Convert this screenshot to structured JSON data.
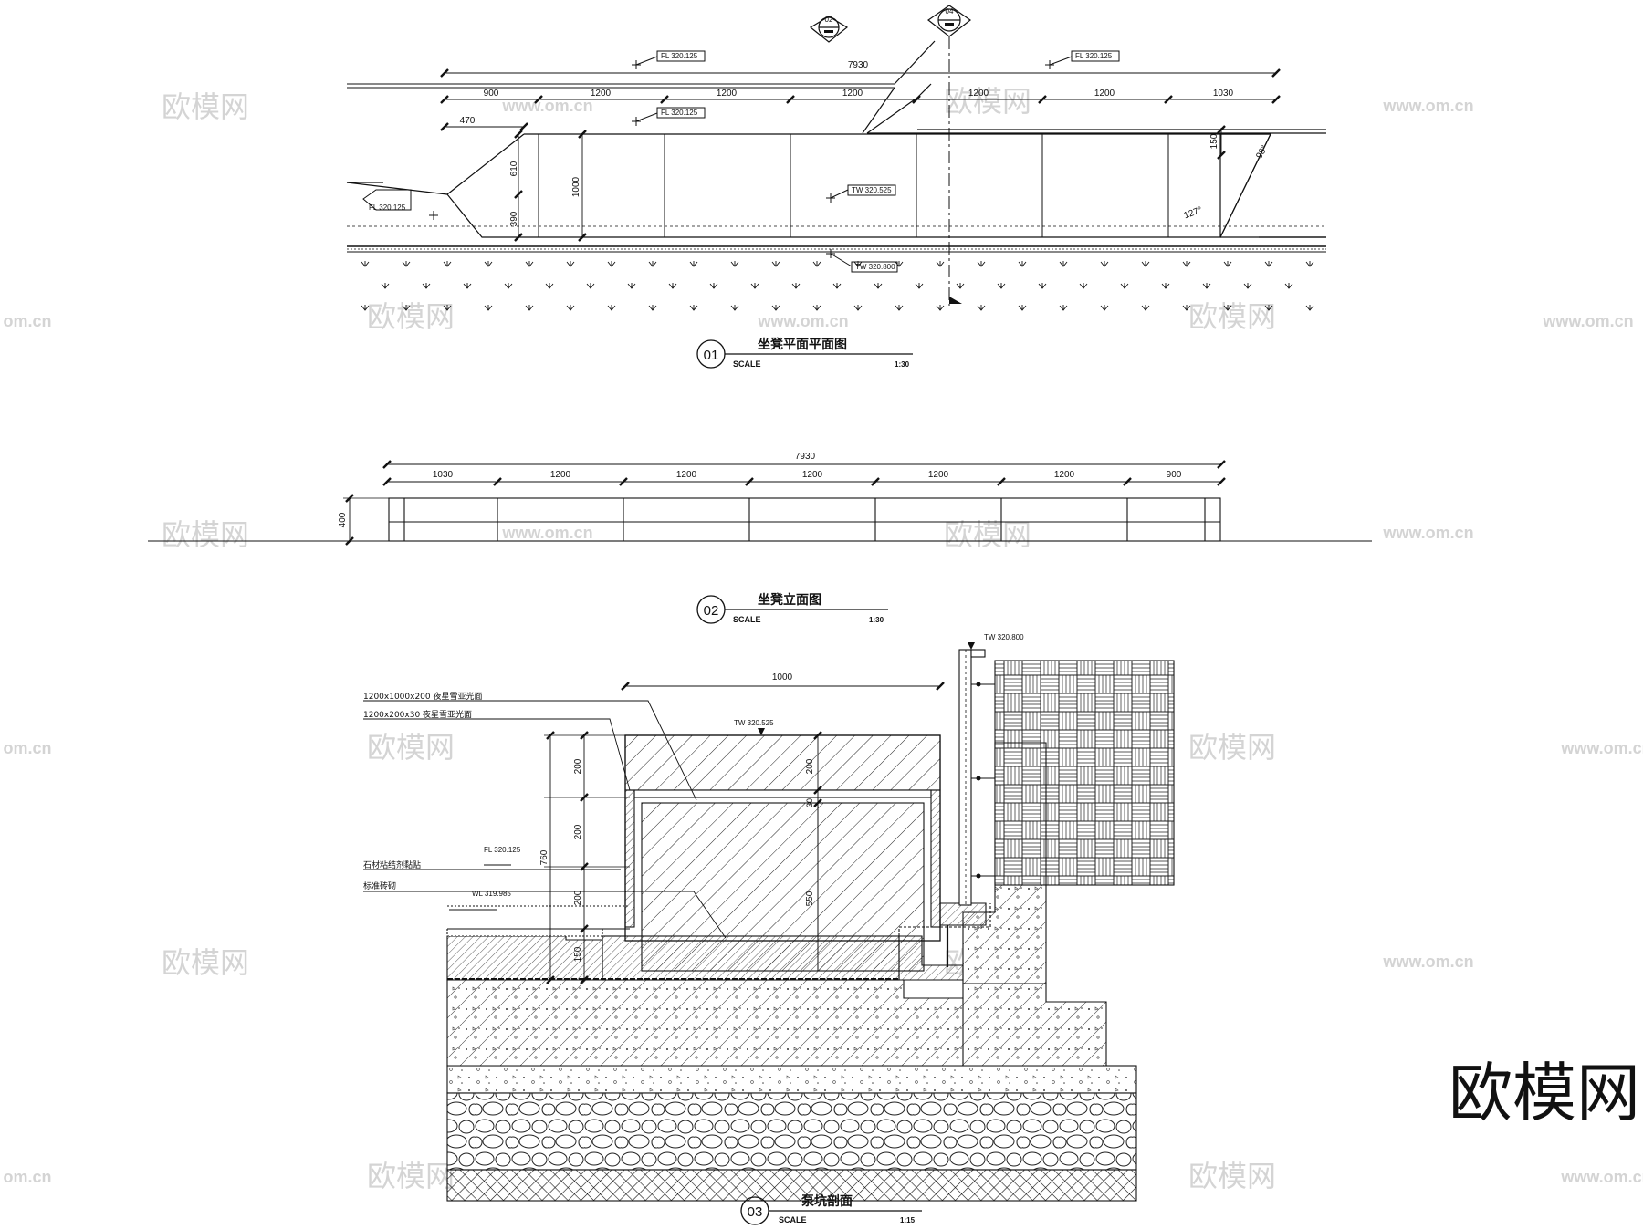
{
  "watermark": {
    "logo": "欧模网",
    "url": "www.om.cn",
    "url_short": "om.cn"
  },
  "plan": {
    "number": "01",
    "title": "坐凳平面平面图",
    "scale_label": "SCALE",
    "scale": "1:30",
    "overall_dim": "7930",
    "top_dims": [
      "900",
      "1200",
      "1200",
      "1200",
      "1200",
      "1200",
      "1030"
    ],
    "left_dim": "470",
    "vertical_dims": [
      "610",
      "390",
      "1000",
      "150"
    ],
    "angles": [
      "98°",
      "127°"
    ],
    "levels": [
      "FL 320.125",
      "FL 320.125",
      "FL 320.125",
      "FL 320.125",
      "TW 320.525",
      "TW 320.800"
    ],
    "section_marks": [
      "02",
      "04"
    ]
  },
  "elevation": {
    "number": "02",
    "title": "坐凳立面图",
    "scale_label": "SCALE",
    "scale": "1:30",
    "overall_dim": "7930",
    "dims": [
      "1030",
      "1200",
      "1200",
      "1200",
      "1200",
      "1200",
      "900"
    ],
    "height_dim": "400"
  },
  "section": {
    "number": "03",
    "title": "泵坑剖面",
    "scale_label": "SCALE",
    "scale": "1:15",
    "width_dim": "1000",
    "notes": [
      "1200x1000x200 夜星雪亚光面",
      "1200x200x30 夜星雪亚光面",
      "石材粘结剂黏贴",
      "标准砖砌"
    ],
    "levels": [
      "TW 320.800",
      "TW 320.525",
      "FL 320.125",
      "WL 319.985"
    ],
    "left_dims": [
      "200",
      "200",
      "200",
      "150",
      "760"
    ],
    "inner_dims": [
      "200",
      "30",
      "550"
    ]
  }
}
